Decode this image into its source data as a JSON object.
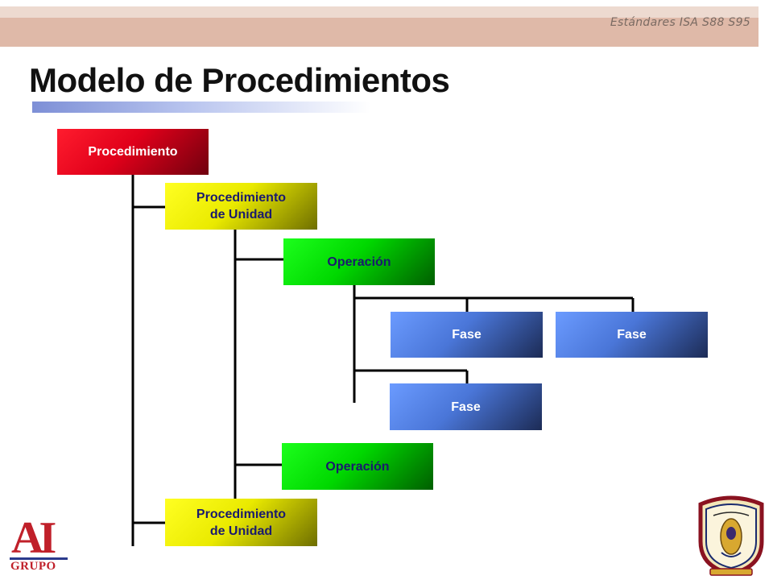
{
  "header": {
    "standards_label": "Estándares ISA S88 S95"
  },
  "title": "Modelo de Procedimientos",
  "colors": {
    "red": "#e0001a",
    "yellow": "#eaea00",
    "green": "#00d800",
    "blue": "#4a76d8",
    "connector": "#000000"
  },
  "diagram": {
    "procedure": {
      "label": "Procedimiento"
    },
    "unit_procedure_1": {
      "line1": "Procedimiento",
      "line2": "de Unidad"
    },
    "operation_1": {
      "label": "Operación"
    },
    "phase_1": {
      "label": "Fase"
    },
    "phase_2": {
      "label": "Fase"
    },
    "phase_3": {
      "label": "Fase"
    },
    "operation_2": {
      "label": "Operación"
    },
    "unit_procedure_2": {
      "line1": "Procedimiento",
      "line2": "de Unidad"
    }
  },
  "logo_left": {
    "letters": "AI",
    "word": "GRUPO"
  },
  "icons": {
    "seal": "university-seal-icon"
  }
}
